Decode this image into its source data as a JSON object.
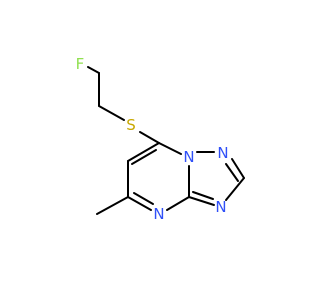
{
  "molecule": {
    "atoms": [
      {
        "id": "F",
        "label": "F",
        "color": "#90e050"
      },
      {
        "id": "S",
        "label": "S",
        "color": "#c8a800"
      },
      {
        "id": "N1",
        "label": "N",
        "color": "#3050f8"
      },
      {
        "id": "N2",
        "label": "N",
        "color": "#3050f8"
      },
      {
        "id": "N3",
        "label": "N",
        "color": "#3050f8"
      },
      {
        "id": "N4",
        "label": "N",
        "color": "#3050f8"
      }
    ],
    "bond_color": "#000000"
  }
}
